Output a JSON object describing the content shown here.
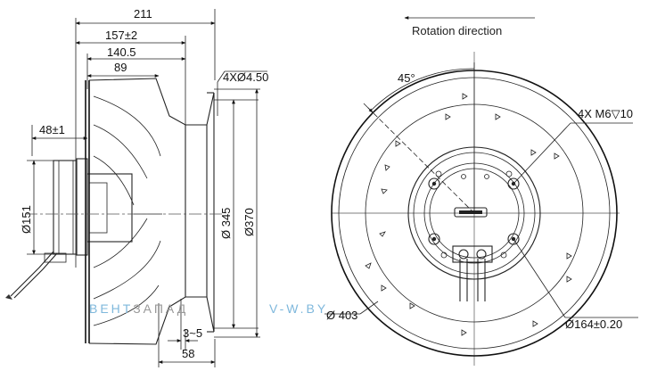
{
  "side_view": {
    "dims": {
      "overall_depth": "211",
      "depth_157": "157±2",
      "depth_140": "140.5",
      "depth_89": "89",
      "flange_48": "48±1",
      "hub_dia": "Ø151",
      "hole_spec": "4XØ4.50",
      "dia_345": "Ø 345",
      "dia_370": "Ø370",
      "gap_3_5": "3~5",
      "depth_58": "58"
    }
  },
  "front_view": {
    "rotation_label": "Rotation direction",
    "angle": "45°",
    "thread_spec": "4X M6▽10",
    "dia_403": "Ø 403",
    "dia_164": "Ø164±0.20"
  },
  "watermark": {
    "brand_part1": "ВЕНТ",
    "brand_part2": "ЗАПАД",
    "site": "V-W.BY",
    "color1": "#7fb8dc",
    "color2": "#9a9a9a"
  }
}
